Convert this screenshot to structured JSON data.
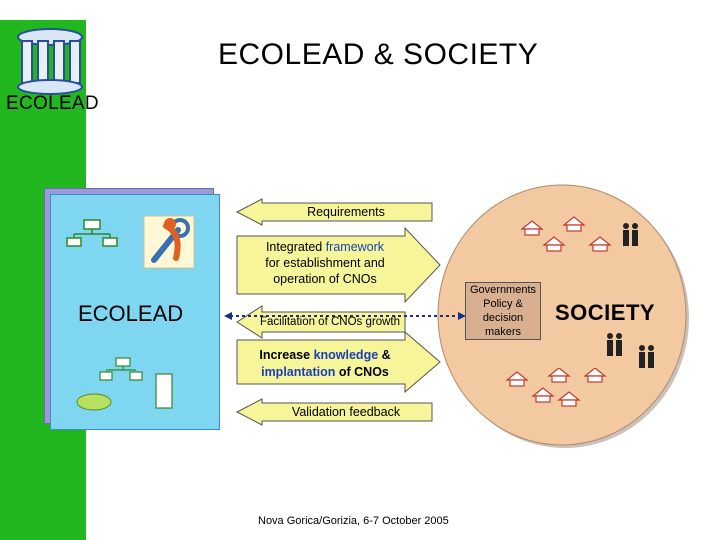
{
  "title": "ECOLEAD  & SOCIETY",
  "logo_text": "ECOLEAD",
  "ecolead_label": "ECOLEAD",
  "society_label": "SOCIETY",
  "governments": [
    "Governments",
    "Policy &",
    "decision",
    "makers"
  ],
  "arrows": {
    "requirements": "Requirements",
    "integrated": {
      "line1_a": "Integrated ",
      "line1_b": "framework",
      "line2": "for establishment and",
      "line3": "operation of CNOs"
    },
    "facilitation": "Facilitation of CNOs growth",
    "increase": {
      "line1_a": "Increase ",
      "line1_b": "knowledge",
      "line1_c": " &",
      "line2_a": "implantation",
      "line2_b": " of CNOs"
    },
    "validation": "Validation feedback"
  },
  "footer": "Nova Gorica/Gorizia, 6-7 October 2005",
  "colors": {
    "green": "#22b61f",
    "ecolead_box": "#7fd6f0",
    "society": "#f2c9a0",
    "arrow_fill": "#f6f59a",
    "highlight": "#1a3fb5"
  }
}
